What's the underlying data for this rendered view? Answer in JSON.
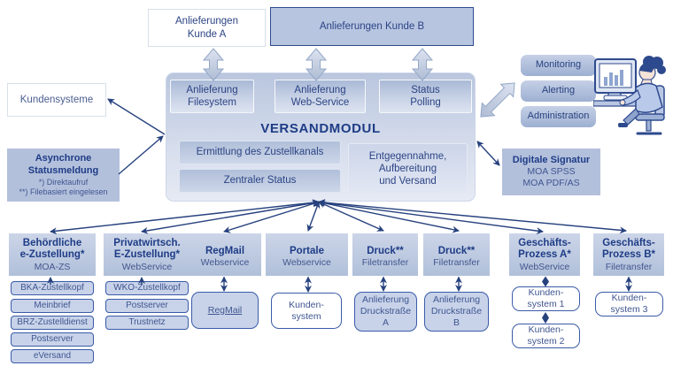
{
  "colors": {
    "arrow_navy": "#26417e",
    "title_navy": "#1e3c86",
    "label_slate": "#3f5590",
    "box_fill_blue": "#b7c5e1",
    "child_fill_blue": "#c8d3e9"
  },
  "icons": {
    "user_at_computer": "person sitting at computer monitor with bar chart"
  },
  "top": {
    "kunde_a": "Anlieferungen\nKunde A",
    "kunde_b": "Anlieferungen  Kunde B",
    "kundensysteme": "Kundensysteme"
  },
  "async": {
    "title": "Asynchrone\nStatusmeldung",
    "note1": "*) Direktaufruf",
    "note2": "**) Filebasiert eingelesen"
  },
  "versandmodul": {
    "title": "VERSANDMODUL",
    "filesystem": "Anlieferung\nFilesystem",
    "webservice": "Anlieferung\nWeb-Service",
    "polling": "Status\nPolling",
    "ermittlung": "Ermittlung des Zustellkanals",
    "zentraler": "Zentraler Status",
    "entgegennahme": "Entgegennahme,\nAufbereitung\nund Versand"
  },
  "admin": {
    "monitoring": "Monitoring",
    "alerting": "Alerting",
    "administration": "Administration"
  },
  "signatur": {
    "title": "Digitale  Signatur",
    "line1": "MOA SPSS",
    "line2": "MOA PDF/AS"
  },
  "columns": [
    {
      "title": "Behördliche\ne-Zustellung*",
      "sub": "MOA-ZS",
      "children": [
        "BKA-Zustellkopf",
        "Meinbrief",
        "BRZ-Zustelldienst",
        "Postserver",
        "eVersand"
      ]
    },
    {
      "title": "Privatwirtsch.\nE-Zustellung*",
      "sub": "WebService",
      "children": [
        "WKO-Zustellkopf",
        "Postserver",
        "Trustnetz"
      ]
    },
    {
      "title": "RegMail",
      "sub": "Webservice",
      "children": [
        "RegMail"
      ]
    },
    {
      "title": "Portale",
      "sub": "Webservice",
      "children": [
        "Kunden-\nsystem"
      ]
    },
    {
      "title": "Druck**",
      "sub": "Filetransfer",
      "children": [
        "Anlieferung\nDruckstraße\nA"
      ]
    },
    {
      "title": "Druck**",
      "sub": "Filetransfer",
      "children": [
        "Anlieferung\nDruckstraße\nB"
      ]
    },
    {
      "title": "Geschäfts-\nProzess A*",
      "sub": "WebService",
      "children": [
        "Kunden-\nsystem 1",
        "Kunden-\nsystem 2"
      ]
    },
    {
      "title": "Geschäfts-\nProzess B*",
      "sub": "Filetransfer",
      "children": [
        "Kunden-\nsystem 3"
      ]
    }
  ]
}
